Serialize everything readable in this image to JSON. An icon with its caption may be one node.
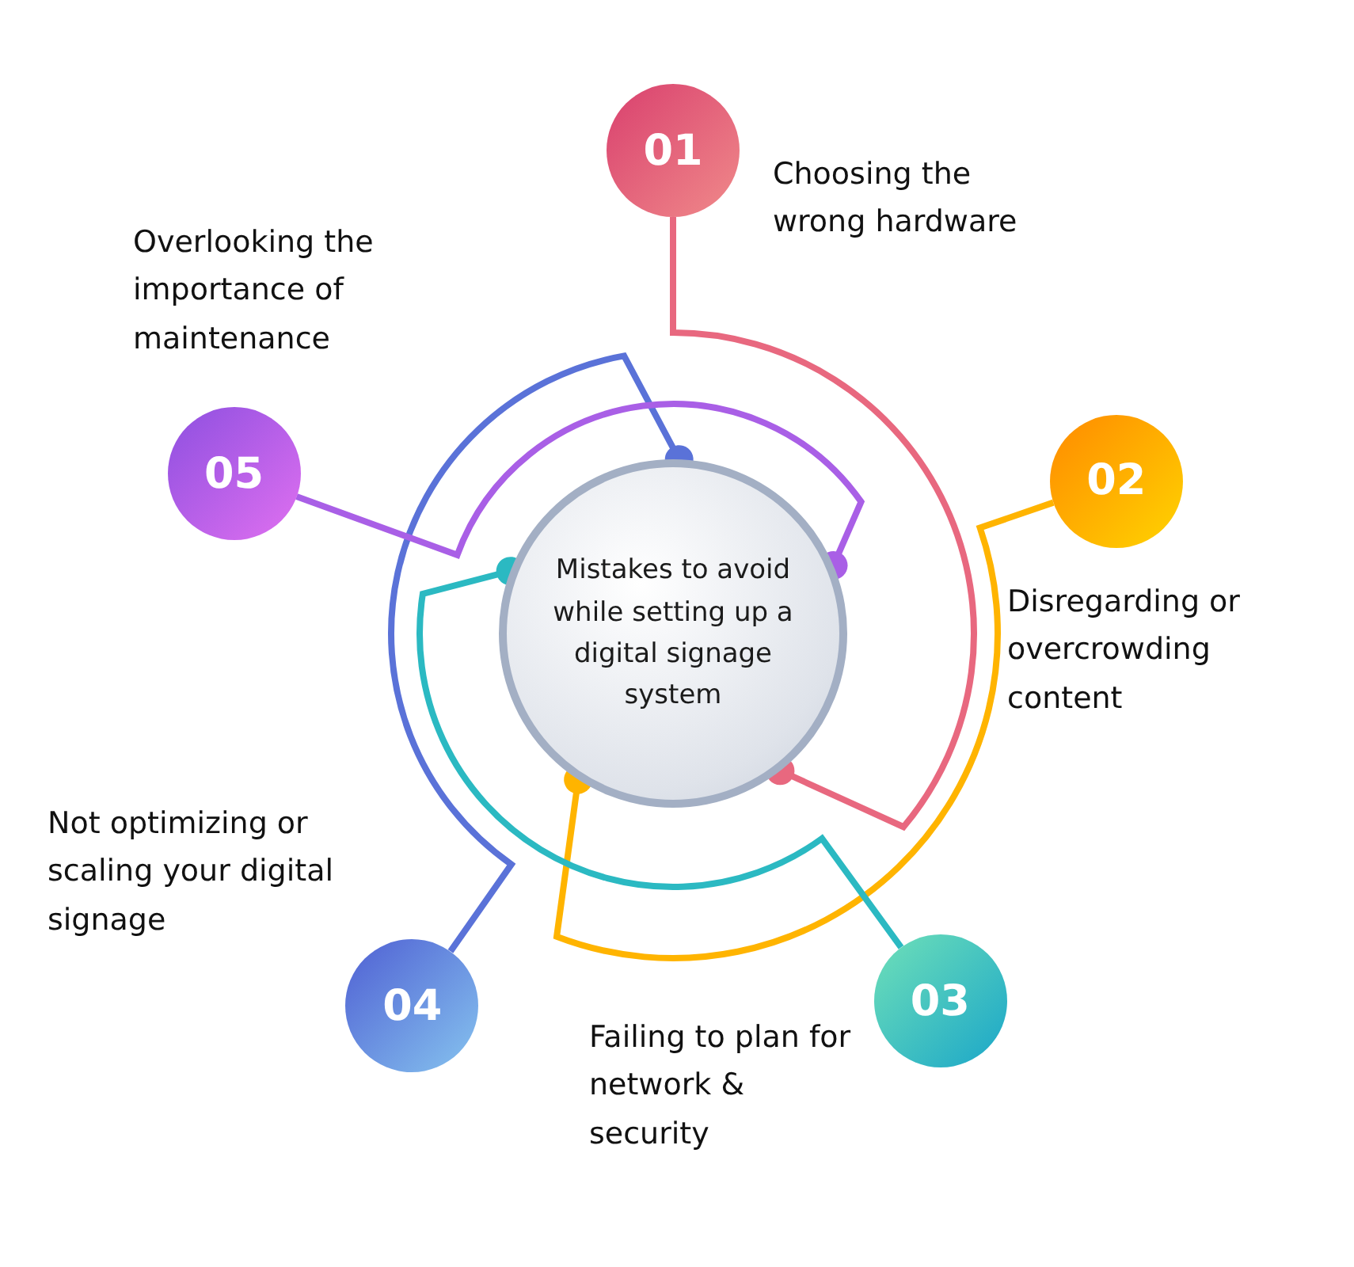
{
  "diagram": {
    "nodes": [
      {
        "text": [
          "Mistakes to avoid while setting up a digital signage system"
        ]
      },
      {
        "text": [
          "01"
        ],
        "beside": [
          "Choosing the wrong hardware"
        ]
      },
      {
        "text": [
          "02"
        ],
        "beside": [
          "Disregarding or overcrowding content"
        ]
      },
      {
        "text": [
          "03"
        ],
        "beside": [
          "Failing to plan for network & security"
        ]
      },
      {
        "text": [
          "04"
        ],
        "beside": [
          "Not optimizing or scaling your digital signage"
        ]
      },
      {
        "text": [
          "05"
        ],
        "beside": [
          "Overlooking the importance of maintenance"
        ]
      }
    ],
    "edges": [
      {
        "from": 1,
        "to": 0,
        "arrow": "other",
        "color": "#e8687f"
      },
      {
        "from": 2,
        "to": 0,
        "arrow": "other",
        "color": "#ffb400"
      },
      {
        "from": 3,
        "to": 0,
        "arrow": "other",
        "color": "#2bb9c2"
      },
      {
        "from": 4,
        "to": 0,
        "arrow": "other",
        "color": "#5a72d8"
      },
      {
        "from": 5,
        "to": 0,
        "arrow": "other",
        "color": "#a95fe6"
      }
    ]
  }
}
